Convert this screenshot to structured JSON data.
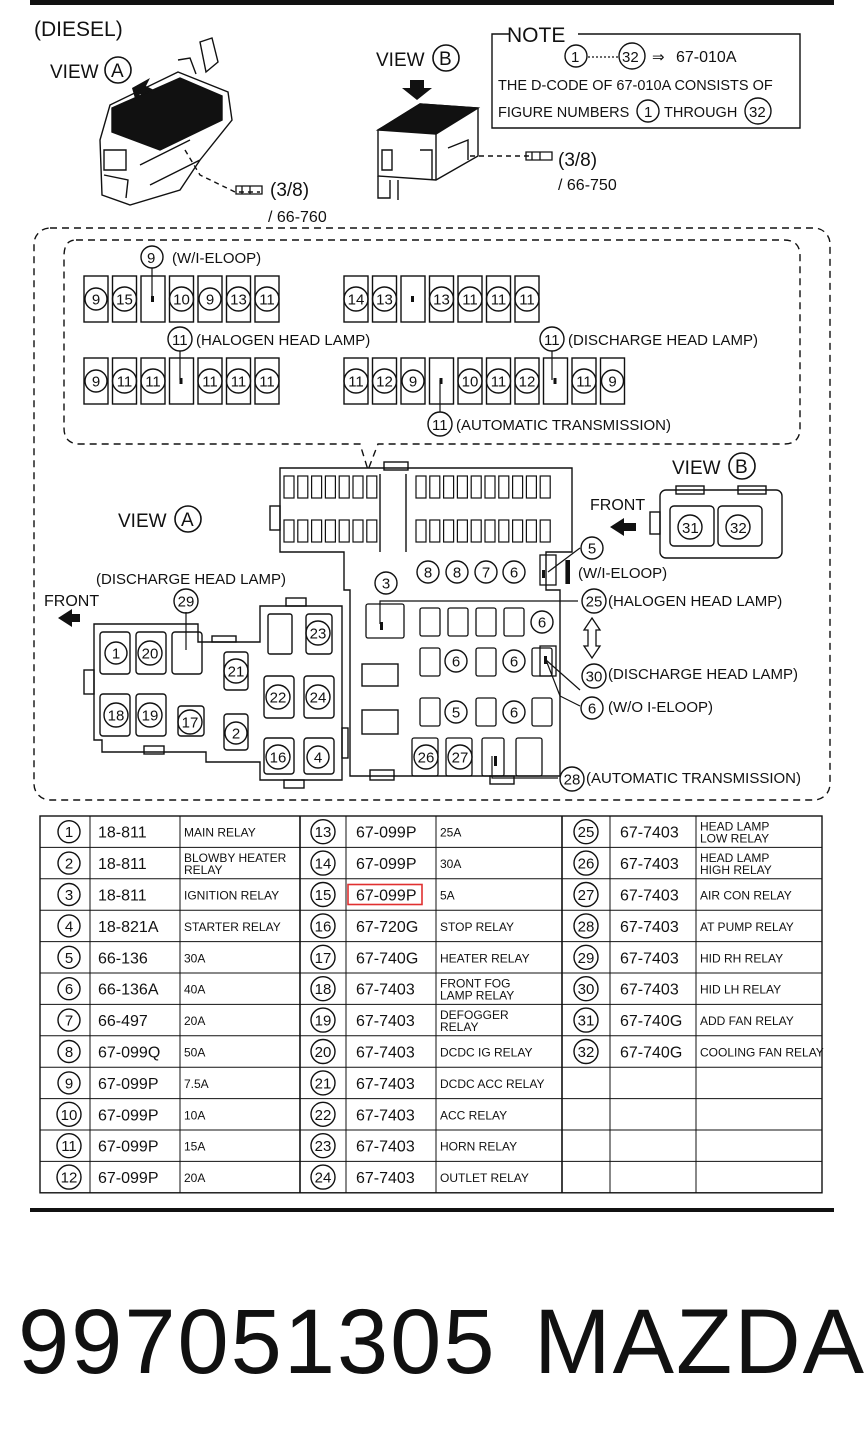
{
  "labels": {
    "diesel": "(DIESEL)",
    "view": "VIEW",
    "view_a": "A",
    "view_b": "B",
    "note_title": "NOTE",
    "note_range_start": "1",
    "note_range_end": "32",
    "note_arrow": "⇒",
    "note_code": "67-010A",
    "note_line1": "THE D-CODE OF 67-010A CONSISTS OF",
    "note_line2_a": "FIGURE NUMBERS",
    "note_line2_b": "THROUGH",
    "bolt_a_qty": "(3/8)",
    "bolt_a_code": "/ 66-760",
    "bolt_b_qty": "(3/8)",
    "bolt_b_code": "/ 66-750",
    "wi_eloop": "(W/I-ELOOP)",
    "halogen_head_lamp": "(HALOGEN HEAD LAMP)",
    "discharge_head_lamp": "(DISCHARGE HEAD LAMP)",
    "automatic_transmission": "(AUTOMATIC TRANSMISSION)",
    "wo_i_eloop": "(W/O I-ELOOP)",
    "front": "FRONT"
  },
  "fuse_row1_left": [
    "9",
    "15",
    "",
    "10",
    "9",
    "13",
    "11"
  ],
  "fuse_row1_right": [
    "14",
    "13",
    "",
    "13",
    "11",
    "11",
    "11"
  ],
  "fuse_row2_left": [
    "9",
    "11",
    "11",
    "",
    "11",
    "11",
    "11"
  ],
  "fuse_row2_right": [
    "11",
    "12",
    "9",
    "",
    "10",
    "11",
    "12",
    "",
    "11",
    "9"
  ],
  "parts": [
    {
      "no": "1",
      "code": "18-811",
      "desc": "MAIN RELAY"
    },
    {
      "no": "2",
      "code": "18-811",
      "desc": "BLOWBY HEATER RELAY"
    },
    {
      "no": "3",
      "code": "18-811",
      "desc": "IGNITION RELAY"
    },
    {
      "no": "4",
      "code": "18-821A",
      "desc": "STARTER RELAY"
    },
    {
      "no": "5",
      "code": "66-136",
      "desc": "30A"
    },
    {
      "no": "6",
      "code": "66-136A",
      "desc": "40A"
    },
    {
      "no": "7",
      "code": "66-497",
      "desc": "20A"
    },
    {
      "no": "8",
      "code": "67-099Q",
      "desc": "50A"
    },
    {
      "no": "9",
      "code": "67-099P",
      "desc": "7.5A"
    },
    {
      "no": "10",
      "code": "67-099P",
      "desc": "10A"
    },
    {
      "no": "11",
      "code": "67-099P",
      "desc": "15A"
    },
    {
      "no": "12",
      "code": "67-099P",
      "desc": "20A"
    },
    {
      "no": "13",
      "code": "67-099P",
      "desc": "25A"
    },
    {
      "no": "14",
      "code": "67-099P",
      "desc": "30A"
    },
    {
      "no": "15",
      "code": "67-099P",
      "desc": "5A"
    },
    {
      "no": "16",
      "code": "67-720G",
      "desc": "STOP RELAY"
    },
    {
      "no": "17",
      "code": "67-740G",
      "desc": "HEATER RELAY"
    },
    {
      "no": "18",
      "code": "67-7403",
      "desc": "FRONT FOG LAMP RELAY"
    },
    {
      "no": "19",
      "code": "67-7403",
      "desc": "DEFOGGER RELAY"
    },
    {
      "no": "20",
      "code": "67-7403",
      "desc": "DCDC IG RELAY"
    },
    {
      "no": "21",
      "code": "67-7403",
      "desc": "DCDC ACC RELAY"
    },
    {
      "no": "22",
      "code": "67-7403",
      "desc": "ACC RELAY"
    },
    {
      "no": "23",
      "code": "67-7403",
      "desc": "HORN RELAY"
    },
    {
      "no": "24",
      "code": "67-7403",
      "desc": "OUTLET RELAY"
    },
    {
      "no": "25",
      "code": "67-7403",
      "desc": "HEAD LAMP LOW RELAY"
    },
    {
      "no": "26",
      "code": "67-7403",
      "desc": "HEAD LAMP HIGH RELAY"
    },
    {
      "no": "27",
      "code": "67-7403",
      "desc": "AIR CON  RELAY"
    },
    {
      "no": "28",
      "code": "67-7403",
      "desc": "AT PUMP RELAY"
    },
    {
      "no": "29",
      "code": "67-7403",
      "desc": "HID RH RELAY"
    },
    {
      "no": "30",
      "code": "67-7403",
      "desc": "HID LH RELAY"
    },
    {
      "no": "31",
      "code": "67-740G",
      "desc": "ADD FAN RELAY"
    },
    {
      "no": "32",
      "code": "67-740G",
      "desc": "COOLING FAN RELAY"
    }
  ],
  "highlight_part": "15",
  "highlight_color": "#e03030",
  "footer": {
    "part_number": "997051305",
    "brand": "MAZDA"
  }
}
